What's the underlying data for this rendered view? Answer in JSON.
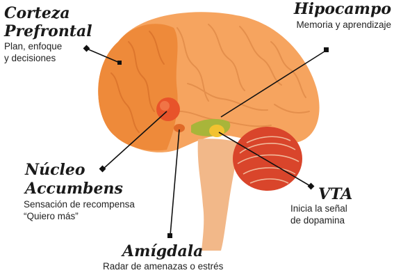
{
  "labels": {
    "prefrontal": {
      "title_line1": "Corteza",
      "title_line2": "Prefrontal",
      "desc_line1": "Plan, enfoque",
      "desc_line2": "y decisiones"
    },
    "hipocampo": {
      "title": "Hipocampo",
      "desc": "Memoria y aprendizaje"
    },
    "nucleo": {
      "title_line1": "Núcleo",
      "title_line2": "Accumbens",
      "desc_line1": "Sensación de recompensa",
      "desc_line2": "“Quiero más”"
    },
    "vta": {
      "title": "VTA",
      "desc_line1": "Inicia la señal",
      "desc_line2": "de dopamina"
    },
    "amigdala": {
      "title": "Amígdala",
      "desc": "Radar de amenazas o estrés"
    }
  },
  "colors": {
    "cortex": "#f6a45f",
    "cortex_shadow": "#e88a44",
    "prefrontal": "#ee8a3a",
    "brainstem": "#f2b889",
    "cerebellum": "#d9452b",
    "nucleus_accumbens": "#e8532a",
    "hippocampus": "#a8b53a",
    "vta": "#f2c230",
    "amygdala": "#e06a28",
    "leader": "#111111"
  }
}
